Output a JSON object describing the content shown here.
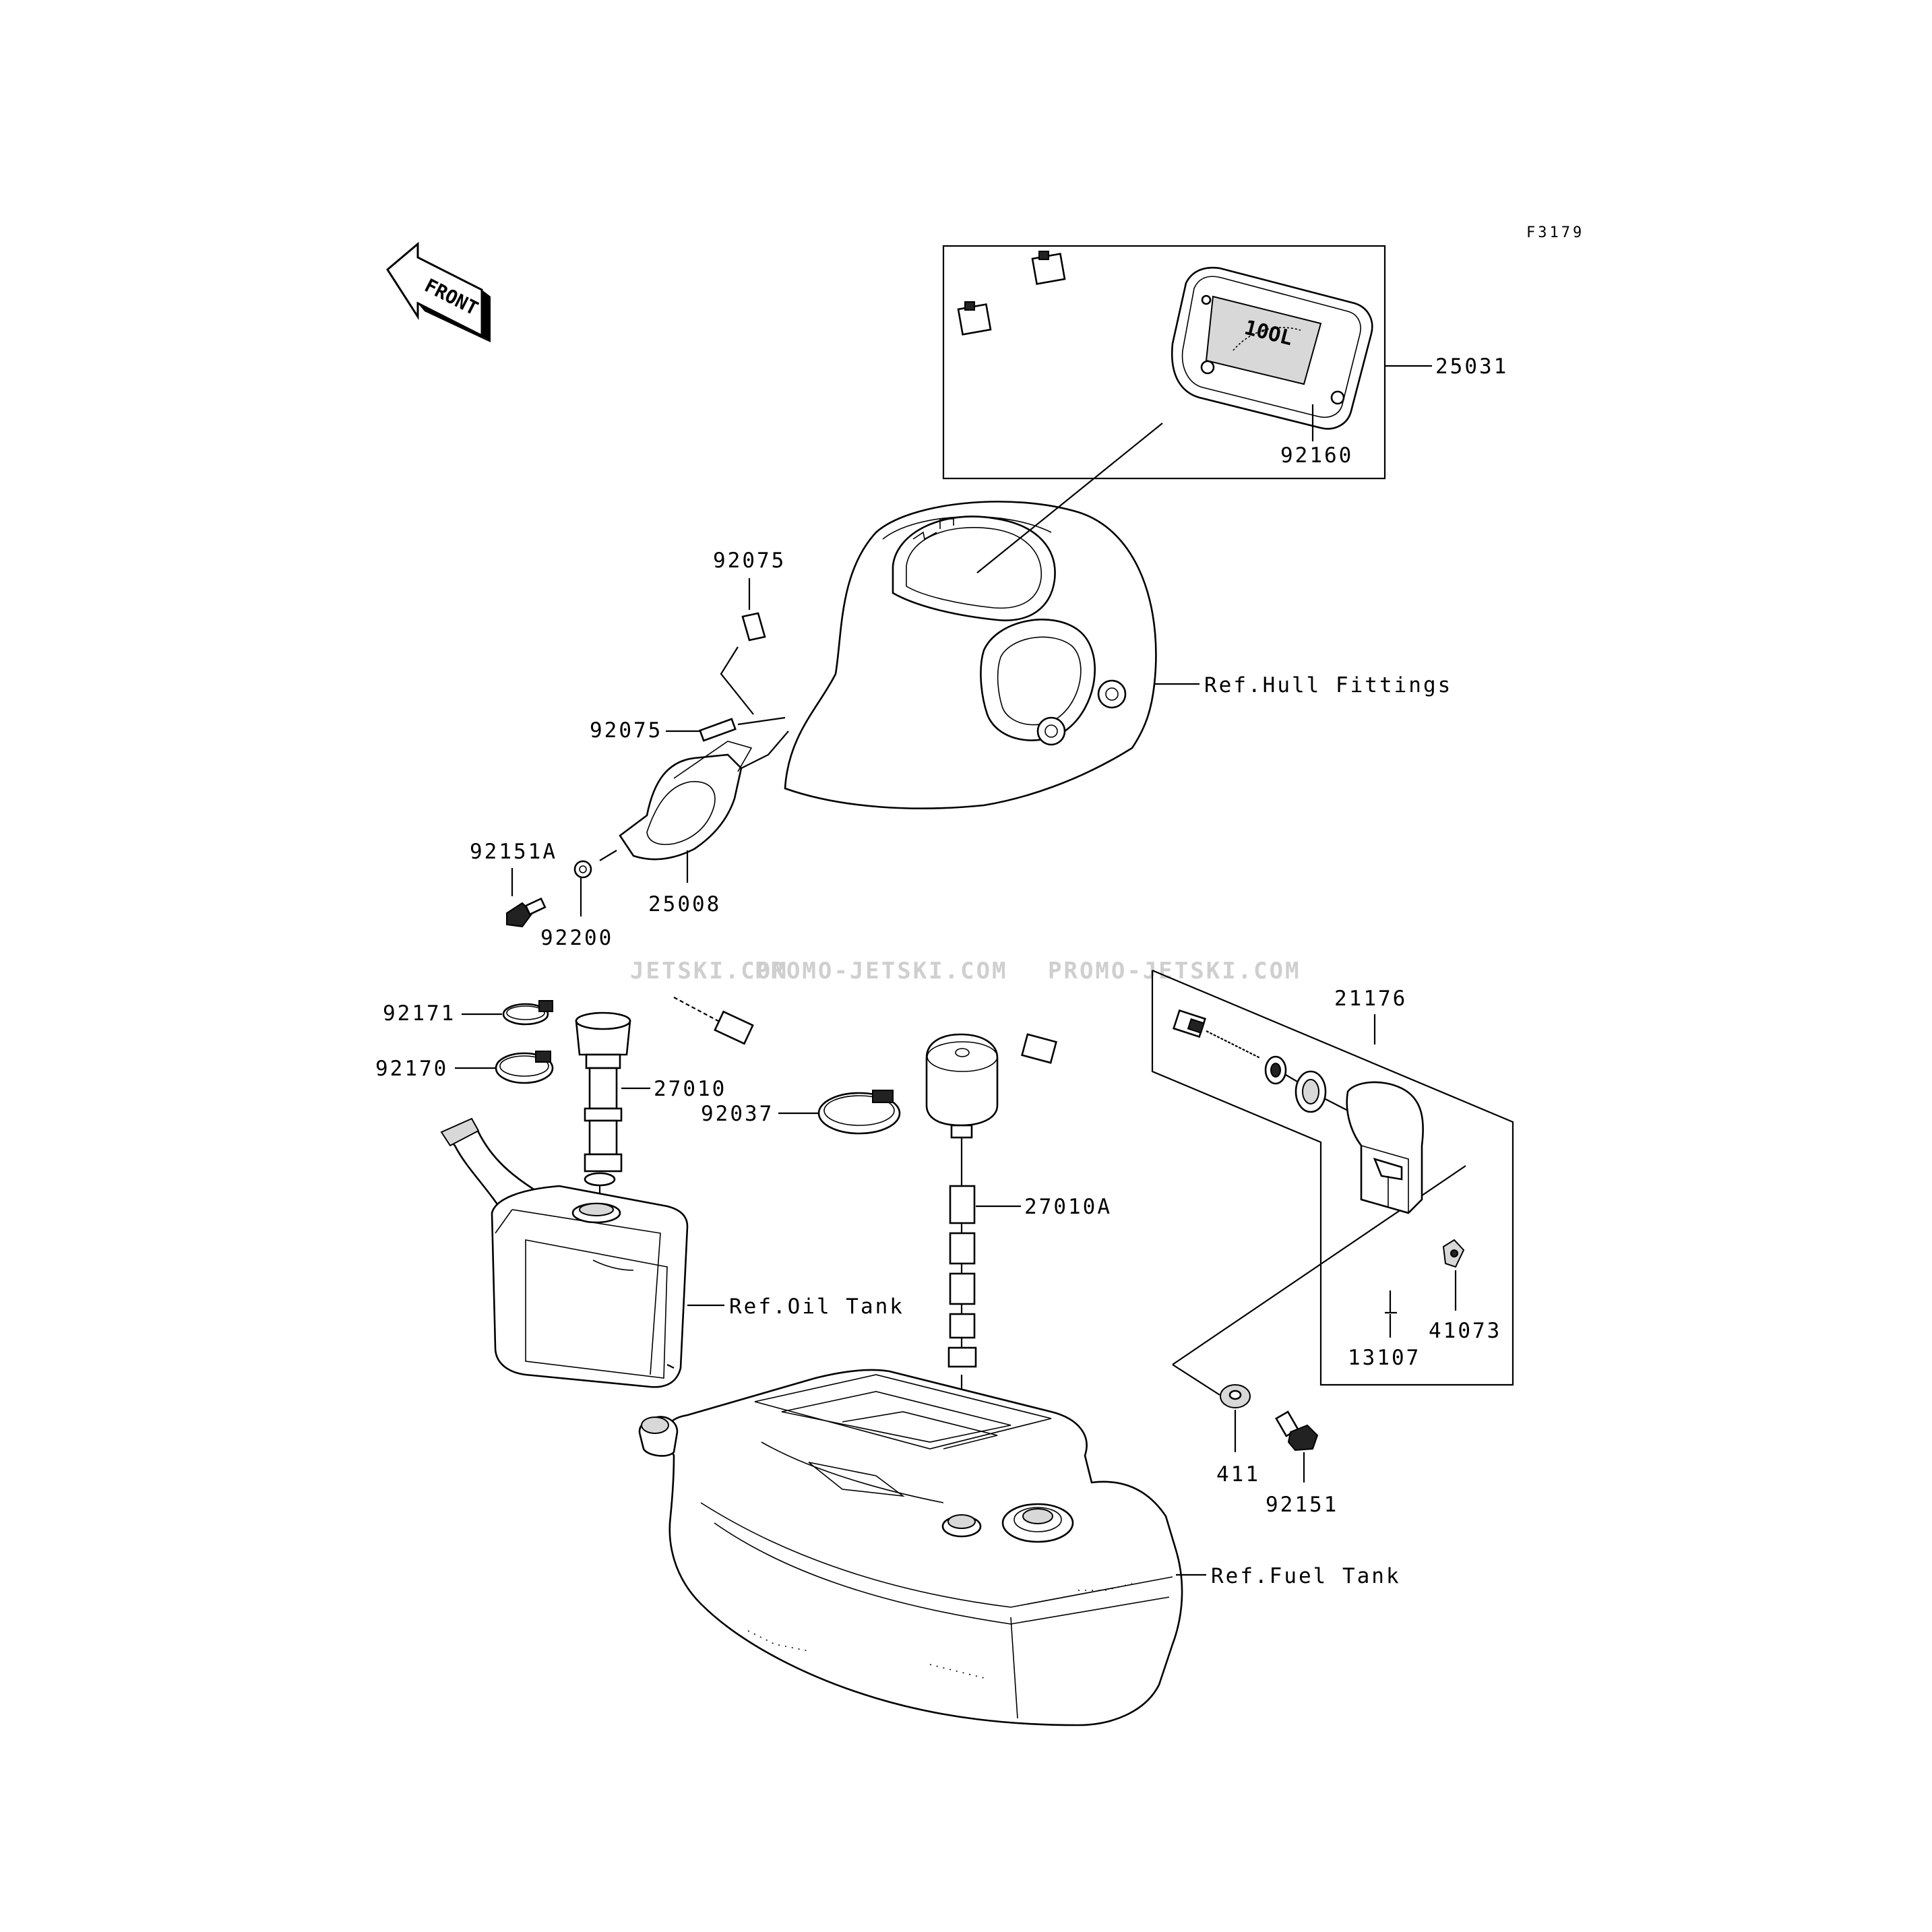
{
  "diagram_code": "F3179",
  "front_label": "FRONT",
  "watermark": [
    "JETSKI.COM",
    "PROMO-JETSKI.COM",
    "PROMO-JETSKI.COM"
  ],
  "part_labels": {
    "p25031": "25031",
    "p92160": "92160",
    "p92075a": "92075",
    "p92075b": "92075",
    "p92151A": "92151A",
    "p25008": "25008",
    "p92200": "92200",
    "p92171": "92171",
    "p92170": "92170",
    "p27010": "27010",
    "p92037": "92037",
    "p27010A": "27010A",
    "p21176": "21176",
    "p41073": "41073",
    "p13107": "13107",
    "p411": "411",
    "p92151": "92151"
  },
  "references": {
    "hull": "Ref.Hull Fittings",
    "oil": "Ref.Oil Tank",
    "fuel": "Ref.Fuel Tank"
  }
}
